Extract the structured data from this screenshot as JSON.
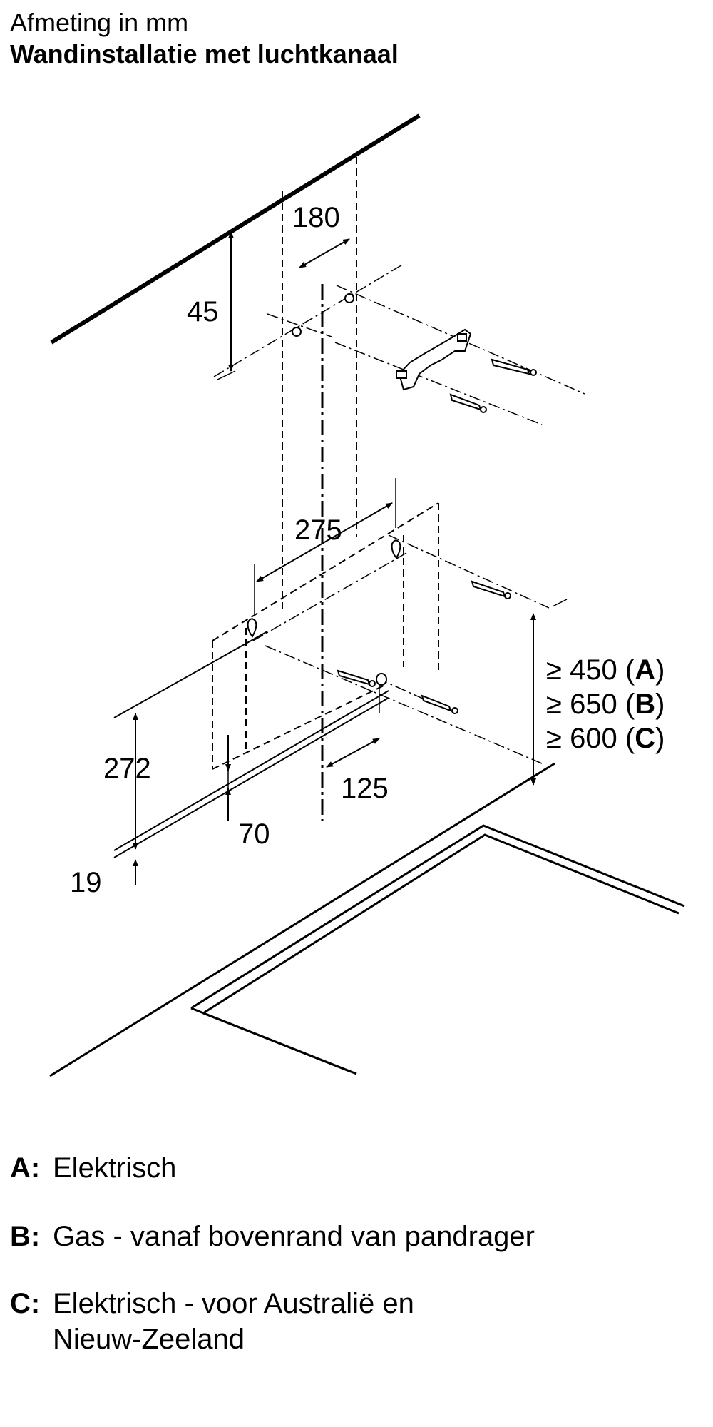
{
  "header": {
    "subtitle": "Afmeting in mm",
    "title": "Wandinstallatie met luchtkanaal"
  },
  "dimensions": {
    "d180": "180",
    "d45": "45",
    "d275": "275",
    "d272": "272",
    "d125": "125",
    "d70": "70",
    "d19": "19"
  },
  "clearances": [
    {
      "prefix": "≥ 450 (",
      "key": "A",
      "suffix": ")"
    },
    {
      "prefix": "≥ 650 (",
      "key": "B",
      "suffix": ")"
    },
    {
      "prefix": "≥ 600 (",
      "key": "C",
      "suffix": ")"
    }
  ],
  "legend": [
    {
      "key": "A:",
      "text": "Elektrisch"
    },
    {
      "key": "B:",
      "text": "Gas - vanaf bovenrand van pandrager"
    },
    {
      "key": "C:",
      "text": "Elektrisch - voor Australië en Nieuw-Zeeland"
    }
  ]
}
